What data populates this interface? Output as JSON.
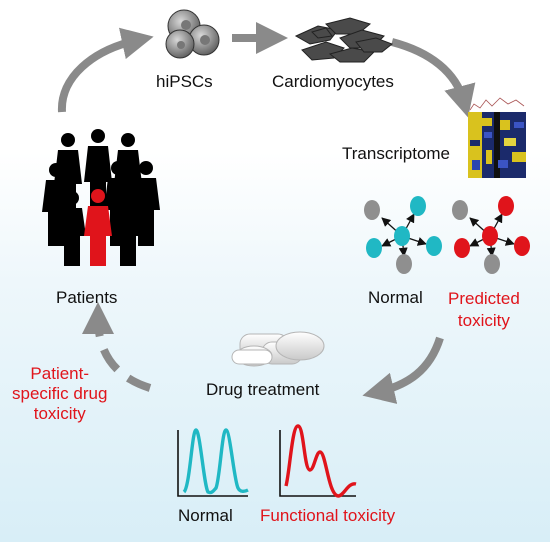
{
  "labels": {
    "hipscs": "hiPSCs",
    "cardiomyocytes": "Cardiomyocytes",
    "transcriptome": "Transcriptome",
    "patients": "Patients",
    "normal_network": "Normal",
    "predicted_toxicity": "Predicted\ntoxicity",
    "drug_treatment": "Drug treatment",
    "patient_specific": "Patient-\nspecific drug\ntoxicity",
    "normal_trace": "Normal",
    "functional_toxicity": "Functional toxicity"
  },
  "colors": {
    "arrow": "#8a8a8a",
    "teal": "#20b8c4",
    "red": "#e0141b",
    "grey_node": "#8f8f8f",
    "black": "#111111"
  }
}
